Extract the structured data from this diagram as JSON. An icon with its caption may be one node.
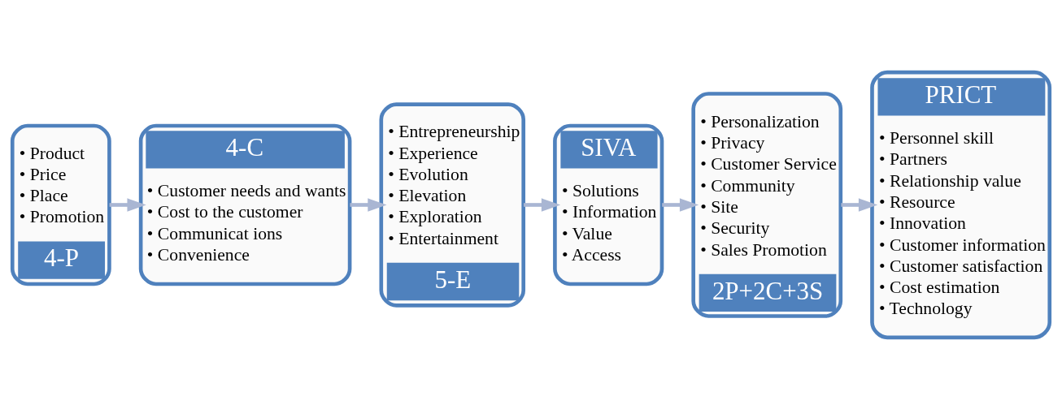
{
  "diagram": {
    "nodes": [
      {
        "text": [
          "• Product",
          "• Price",
          "• Place",
          "• Promotion",
          "4-P"
        ]
      },
      {
        "text": [
          "4-C",
          "• Customer needs and wants",
          "• Cost to the customer",
          "• Communicat ions",
          "• Convenience"
        ]
      },
      {
        "text": [
          "• Entrepreneurship",
          "• Experience",
          "• Evolution",
          "• Elevation",
          "• Exploration",
          "• Entertainment",
          "5-E"
        ]
      },
      {
        "text": [
          "SIVA",
          "• Solutions",
          "• Information",
          "• Value",
          "• Access"
        ]
      },
      {
        "text": [
          "• Personalization",
          "• Privacy",
          "• Customer Service",
          "• Community",
          "• Site",
          "• Security",
          "• Sales Promotion",
          "2P+2C+3S"
        ]
      },
      {
        "text": [
          "PRICT",
          "• Personnel skill",
          "• Partners",
          "• Relationship value",
          "• Resource",
          "• Innovation",
          "• Customer information",
          "• Customer satisfaction",
          "• Cost estimation",
          "• Technology"
        ]
      }
    ],
    "edges": [
      {
        "from": 0,
        "to": 1,
        "arrow": "to"
      },
      {
        "from": 1,
        "to": 2,
        "arrow": "to"
      },
      {
        "from": 2,
        "to": 3,
        "arrow": "to"
      },
      {
        "from": 3,
        "to": 4,
        "arrow": "to"
      },
      {
        "from": 4,
        "to": 5,
        "arrow": "to"
      }
    ]
  }
}
